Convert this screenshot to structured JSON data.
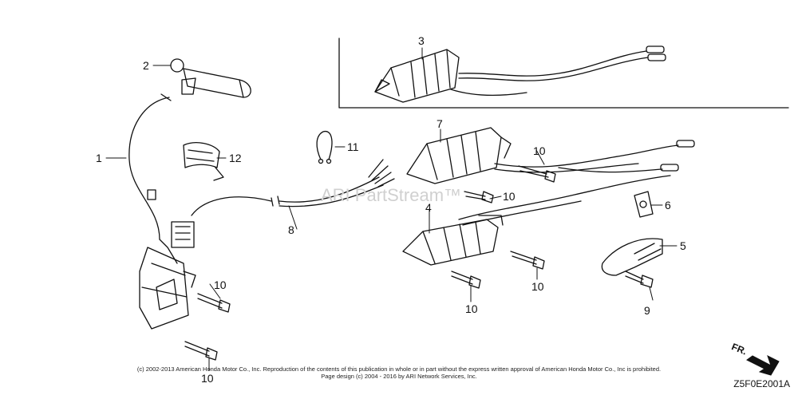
{
  "diagram": {
    "callouts": [
      "1",
      "2",
      "3",
      "4",
      "5",
      "6",
      "7",
      "8",
      "9",
      "10",
      "11",
      "12"
    ],
    "watermark": "ARI PartStream™",
    "direction_label": "FR.",
    "diagram_code": "Z5F0E2001A",
    "copyright_line_1": "(c) 2002-2013 American Honda Motor Co., Inc. Reproduction of the contents of this publication in whole or in part without the express written approval of American Honda Motor Co., Inc is prohibited.",
    "copyright_line_2": "Page design (c) 2004 - 2016 by ARI Network Services, Inc."
  }
}
